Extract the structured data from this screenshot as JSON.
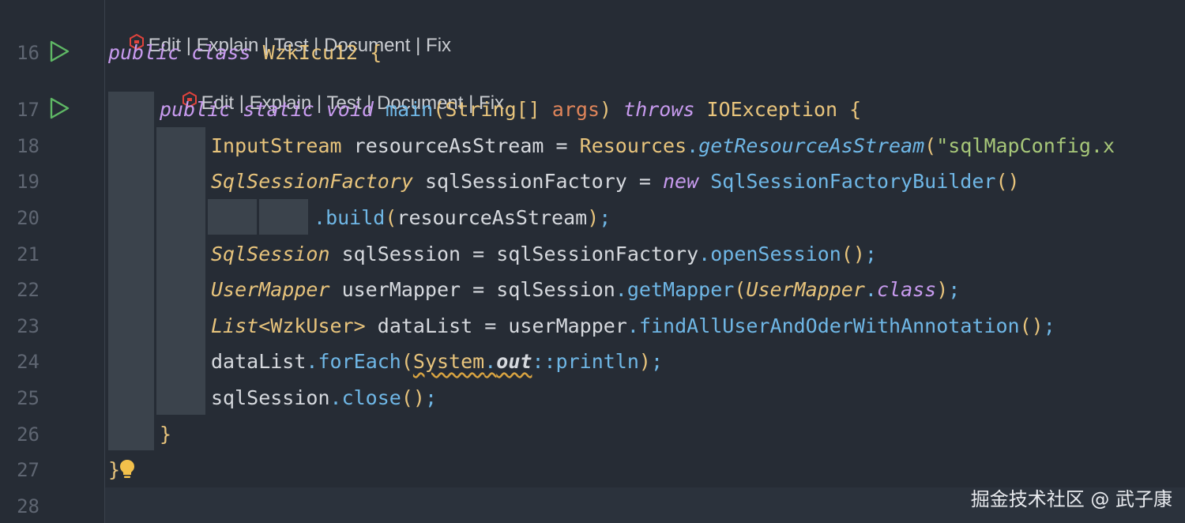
{
  "lens": {
    "edit": "Edit",
    "sep1": " | ",
    "explain": "Explain",
    "sep2": " | ",
    "test": "Test",
    "sep3": " | ",
    "document": "Document",
    "sep4": " | ",
    "fix": "Fix"
  },
  "gutter": {
    "lines": [
      "16",
      "17",
      "18",
      "19",
      "20",
      "21",
      "22",
      "23",
      "24",
      "25",
      "26",
      "27",
      "28"
    ]
  },
  "code": {
    "l16": {
      "kw1": "public",
      "kw2": "class",
      "name": "WzkIcu12",
      "brace": "{"
    },
    "l17": {
      "kw1": "public",
      "kw2": "static",
      "kw3": "void",
      "fn": "main",
      "p1": "(",
      "t": "String[]",
      "arg": "args",
      "p2": ")",
      "kw4": "throws",
      "ex": "IOException",
      "brace": "{"
    },
    "l18": {
      "t": "InputStream",
      "v": "resourceAsStream",
      "eq": "=",
      "cls": "Resources",
      "dot": ".",
      "fn": "getResourceAsStream",
      "p1": "(",
      "str": "\"sqlMapConfig.x"
    },
    "l19": {
      "t": "SqlSessionFactory",
      "v": "sqlSessionFactory",
      "eq": "=",
      "kw": "new",
      "fn": "SqlSessionFactoryBuilder",
      "p": "()"
    },
    "l20": {
      "dot": ".",
      "fn": "build",
      "p1": "(",
      "arg": "resourceAsStream",
      "p2": ")",
      "semi": ";"
    },
    "l21": {
      "t": "SqlSession",
      "v": "sqlSession",
      "eq": "=",
      "obj": "sqlSessionFactory",
      "dot": ".",
      "fn": "openSession",
      "p": "()",
      "semi": ";"
    },
    "l22": {
      "t": "UserMapper",
      "v": "userMapper",
      "eq": "=",
      "obj": "sqlSession",
      "dot": ".",
      "fn": "getMapper",
      "p1": "(",
      "arg": "UserMapper",
      "dot2": ".",
      "kw": "class",
      "p2": ")",
      "semi": ";"
    },
    "l23": {
      "t": "List",
      "lt": "<",
      "g": "WzkUser",
      "gt": ">",
      "v": "dataList",
      "eq": "=",
      "obj": "userMapper",
      "dot": ".",
      "fn": "findAllUserAndOderWithAnnotation",
      "p": "()",
      "semi": ";"
    },
    "l24": {
      "obj": "dataList",
      "dot": ".",
      "fn": "forEach",
      "p1": "(",
      "sys": "System",
      "dot2": ".",
      "out": "out",
      "ref": "::",
      "fn2": "println",
      "p2": ")",
      "semi": ";"
    },
    "l25": {
      "obj": "sqlSession",
      "dot": ".",
      "fn": "close",
      "p": "()",
      "semi": ";"
    },
    "l26": {
      "brace": "}"
    },
    "l27": {
      "brace": "}"
    }
  },
  "watermark": "掘金技术社区 @ 武子康",
  "colors": {
    "background": "#262c35",
    "keyword": "#c89bef",
    "class": "#e8c47c",
    "function": "#6fb7e6",
    "string": "#a7c779",
    "parameter": "#e0855a",
    "run_icon": "#5fb865"
  }
}
